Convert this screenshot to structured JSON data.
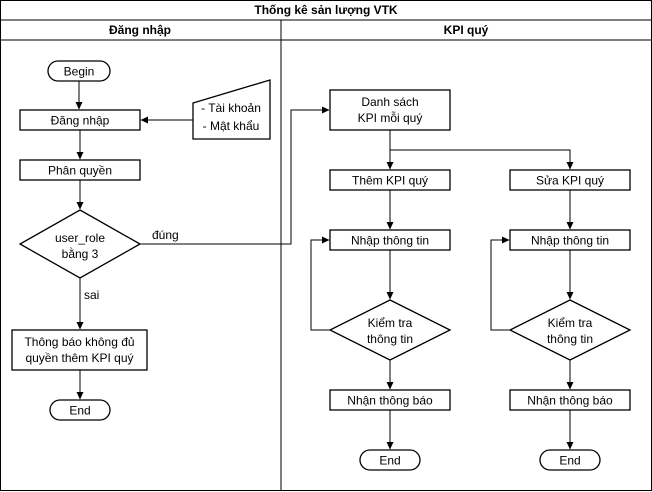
{
  "diagram": {
    "title": "Thống kê sản lượng VTK",
    "lanes": {
      "login": "Đăng nhập",
      "kpi": "KPI quý"
    },
    "nodes": {
      "begin": "Begin",
      "login_step": "Đăng nhập",
      "credentials_line1": "- Tài khoản",
      "credentials_line2": "- Mật khẩu",
      "authorize": "Phân quyền",
      "role_check_line1": "user_role",
      "role_check_line2": "bằng 3",
      "deny_line1": "Thông báo không đủ",
      "deny_line2": "quyền thêm KPI quý",
      "end_left": "End",
      "list_line1": "Danh sách",
      "list_line2": "KPI mỗi quý",
      "add_kpi": "Thêm KPI quý",
      "edit_kpi": "Sửa KPI quý",
      "input_add": "Nhập thông tin",
      "input_edit": "Nhập thông tin",
      "check_add_line1": "Kiểm tra",
      "check_add_line2": "thông tin",
      "check_edit_line1": "Kiểm tra",
      "check_edit_line2": "thông tin",
      "notify_add": "Nhận thông báo",
      "notify_edit": "Nhận thông báo",
      "end_add": "End",
      "end_edit": "End"
    },
    "edge_labels": {
      "yes": "đúng",
      "no": "sai"
    }
  }
}
